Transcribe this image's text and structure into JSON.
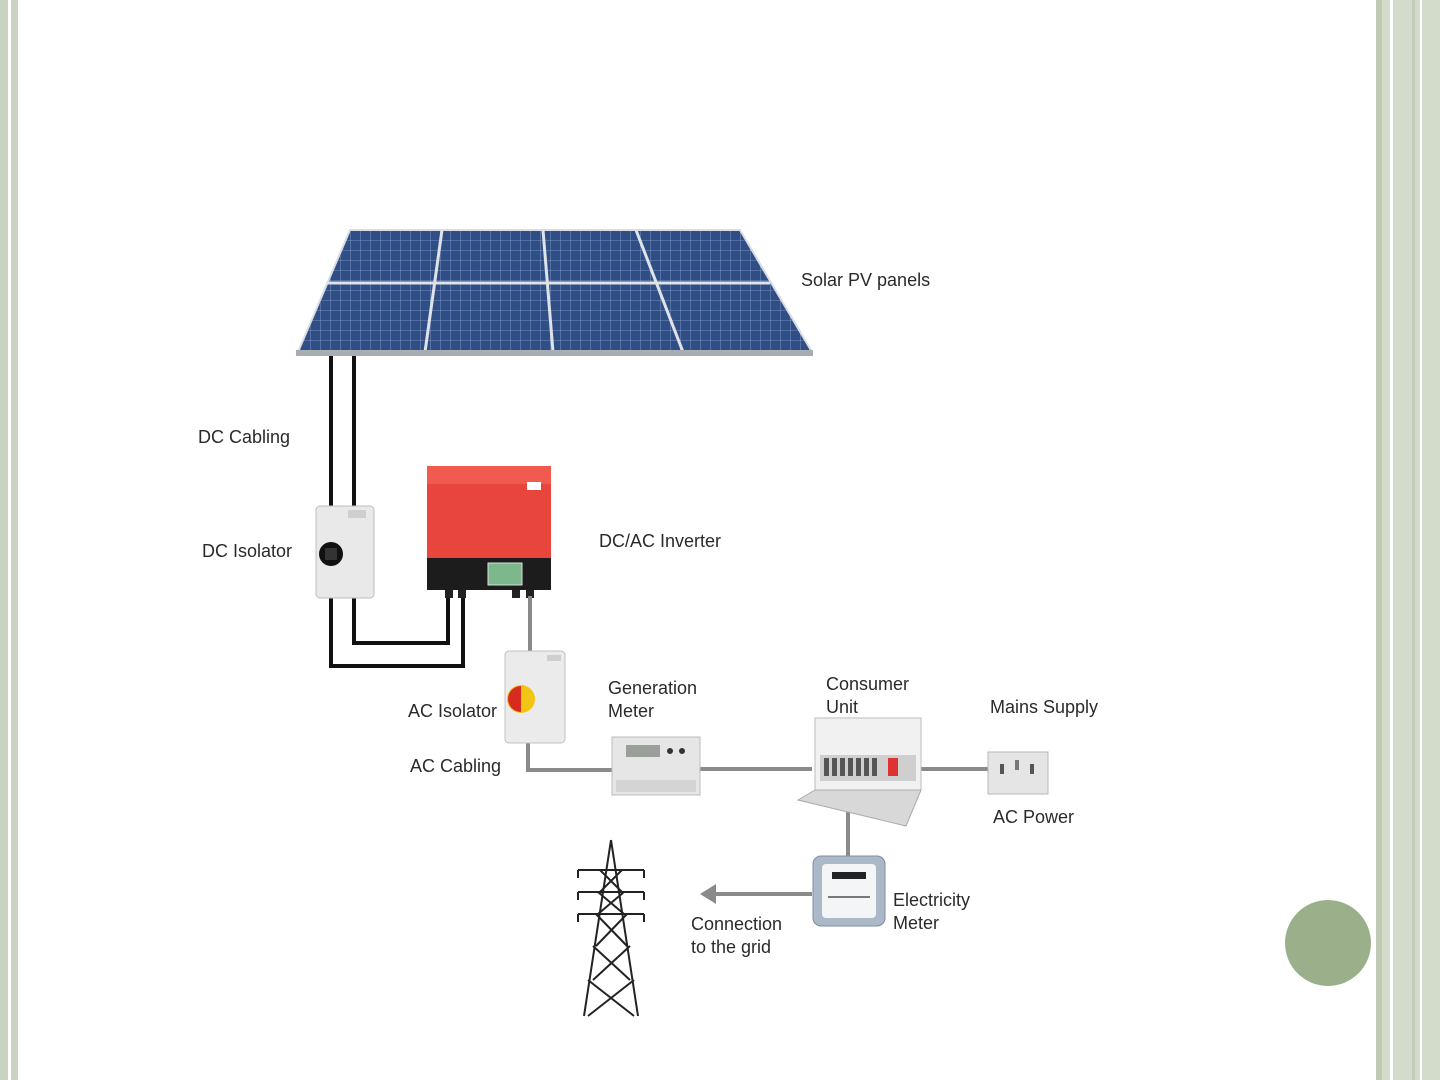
{
  "labels": {
    "solar_panels": "Solar PV panels",
    "dc_cabling": "DC Cabling",
    "dc_isolator": "DC Isolator",
    "inverter": "DC/AC Inverter",
    "ac_isolator": "AC Isolator",
    "ac_cabling": "AC Cabling",
    "generation_meter_1": "Generation",
    "generation_meter_2": "Meter",
    "consumer_unit_1": "Consumer",
    "consumer_unit_2": "Unit",
    "mains_supply": "Mains Supply",
    "ac_power": "AC Power",
    "electricity_meter_1": "Electricity",
    "electricity_meter_2": "Meter",
    "grid_1": "Connection",
    "grid_2": "to the grid"
  },
  "colors": {
    "accent_circle": "#9bb08a",
    "border": "#c9d3c1",
    "inverter_red": "#e8453c",
    "panel_blue": "#2f4e86"
  }
}
